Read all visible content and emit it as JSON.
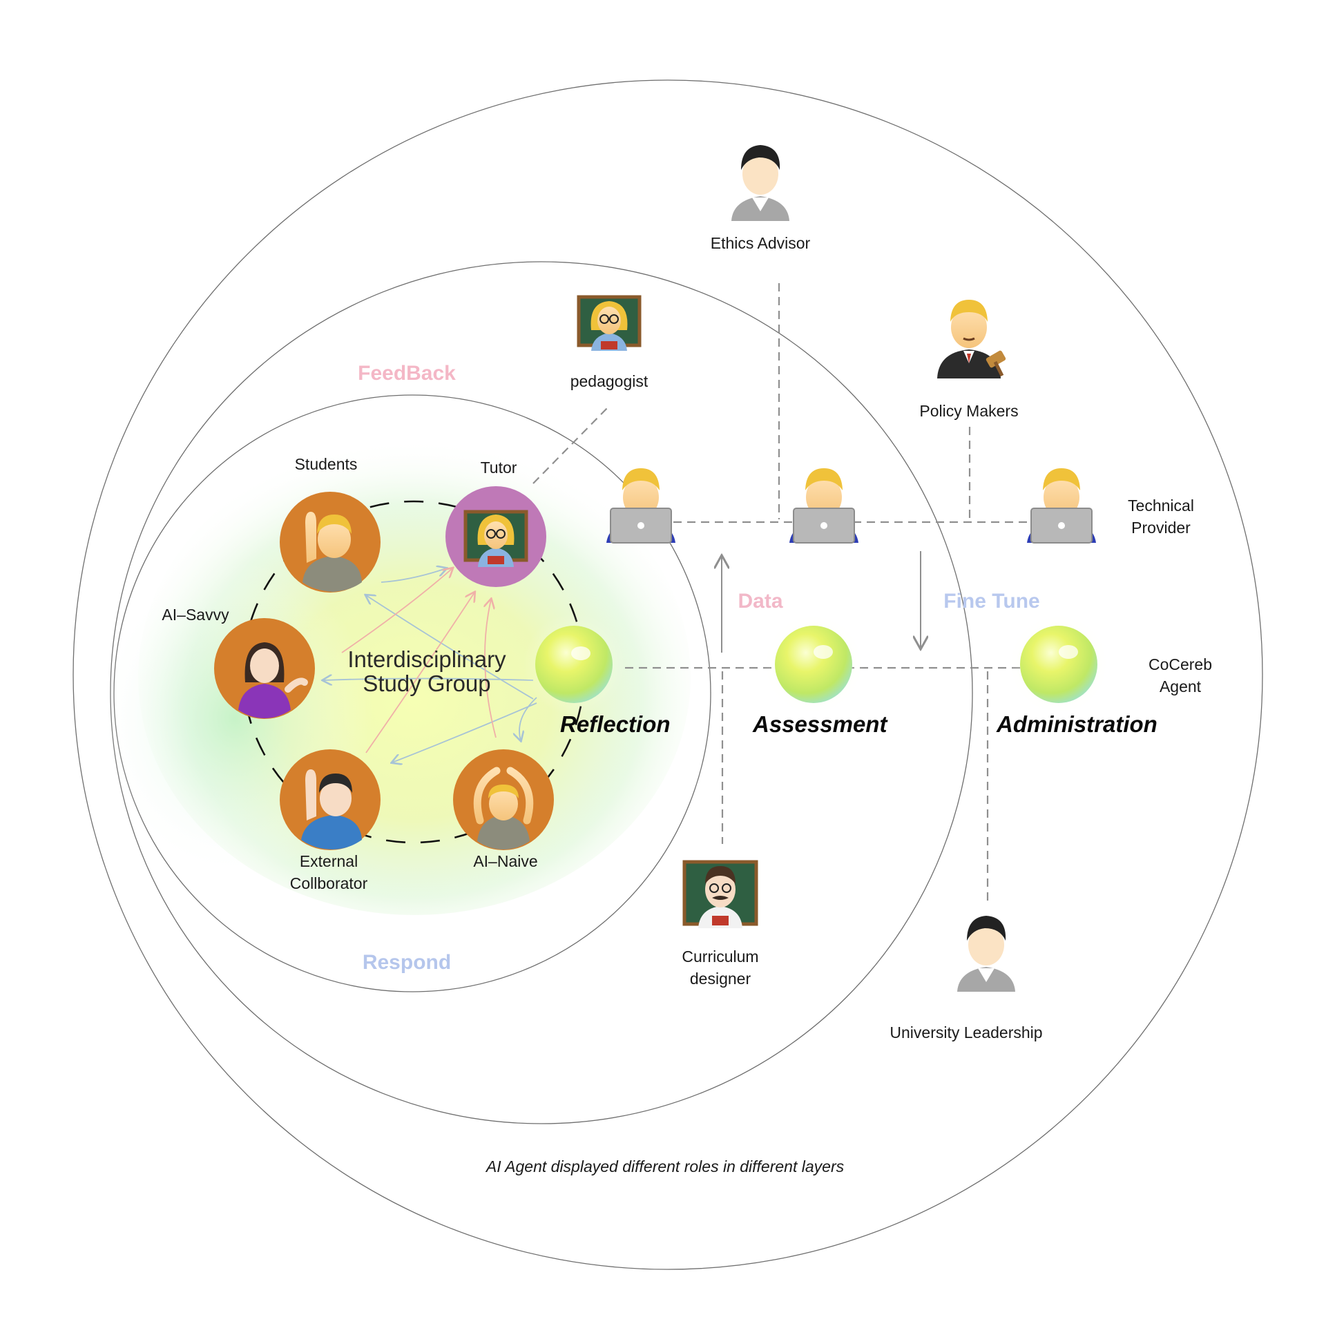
{
  "labels": {
    "ethics_advisor": "Ethics Advisor",
    "pedagogist": "pedagogist",
    "policy_makers": "Policy Makers",
    "technical_provider_1": "Technical",
    "technical_provider_2": "Provider",
    "cocereb_agent_1": "CoCereb",
    "cocereb_agent_2": "Agent",
    "students": "Students",
    "tutor": "Tutor",
    "ai_savvy": "AI–Savvy",
    "external_collaborator_1": "External",
    "external_collaborator_2": "Collborator",
    "ai_naive": "AI–Naive",
    "curriculum_designer_1": "Curriculum",
    "curriculum_designer_2": "designer",
    "university_leadership": "University Leadership",
    "center_1": "Interdisciplinary",
    "center_2": "Study Group"
  },
  "flows": {
    "feedback": "FeedBack",
    "respond": "Respond",
    "data": "Data",
    "fine_tune": "Fine Tune"
  },
  "stages": {
    "reflection": "Reflection",
    "assessment": "Assessment",
    "administration": "Administration"
  },
  "caption": "AI Agent displayed  different roles in different layers",
  "colors": {
    "feedback": "#f4b7c6",
    "respond": "#b5c6ec",
    "data": "#f2b8c8",
    "fine_tune": "#b8c8ee",
    "member_circle": "#d57f2c",
    "tutor_circle": "#bf79b7",
    "arrow_pink": "#f0b0a8",
    "arrow_blue": "#a7c3d6"
  },
  "icons": {
    "ethics_advisor": "office-worker-icon",
    "pedagogist": "teacher-woman-icon",
    "policy_makers": "judge-man-icon",
    "technical_provider": "technologist-man-icon",
    "cocereb_agent": "ai-orb-icon",
    "students": "raising-hand-person-icon",
    "tutor": "teacher-woman-icon",
    "ai_savvy": "tipping-hand-woman-icon",
    "external_collaborator": "raising-hand-man-icon",
    "ai_naive": "ok-gesture-person-icon",
    "curriculum_designer": "teacher-man-icon",
    "university_leadership": "office-worker-icon"
  }
}
